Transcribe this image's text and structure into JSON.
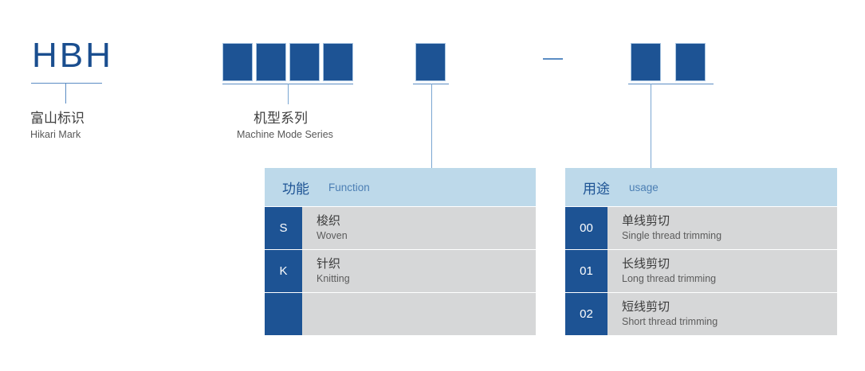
{
  "brand": {
    "code": "HBH",
    "label_cn": "富山标识",
    "label_en": "Hikari Mark"
  },
  "groups": {
    "machine_series": {
      "label_cn": "机型系列",
      "label_en": "Machine Mode Series",
      "box_count": 4
    },
    "function": {
      "box_count": 1
    },
    "usage": {
      "box_count": 2
    }
  },
  "separator": "-",
  "function_table": {
    "header_cn": "功能",
    "header_en": "Function",
    "rows": [
      {
        "code": "S",
        "name_cn": "梭织",
        "name_en": "Woven"
      },
      {
        "code": "K",
        "name_cn": "针织",
        "name_en": "Knitting"
      },
      {
        "code": "",
        "name_cn": "",
        "name_en": ""
      }
    ]
  },
  "usage_table": {
    "header_cn": "用途",
    "header_en": "usage",
    "rows": [
      {
        "code": "00",
        "name_cn": "单线剪切",
        "name_en": "Single thread trimming"
      },
      {
        "code": "01",
        "name_cn": "长线剪切",
        "name_en": "Long thread trimming"
      },
      {
        "code": "02",
        "name_cn": "短线剪切",
        "name_en": "Short thread trimming"
      }
    ]
  },
  "colors": {
    "deep_blue": "#1d5394",
    "light_blue_header": "#bdd9ea",
    "row_gray": "#d6d7d8",
    "line_blue": "#5b8cc4",
    "brand_blue": "#1a4e8f"
  }
}
